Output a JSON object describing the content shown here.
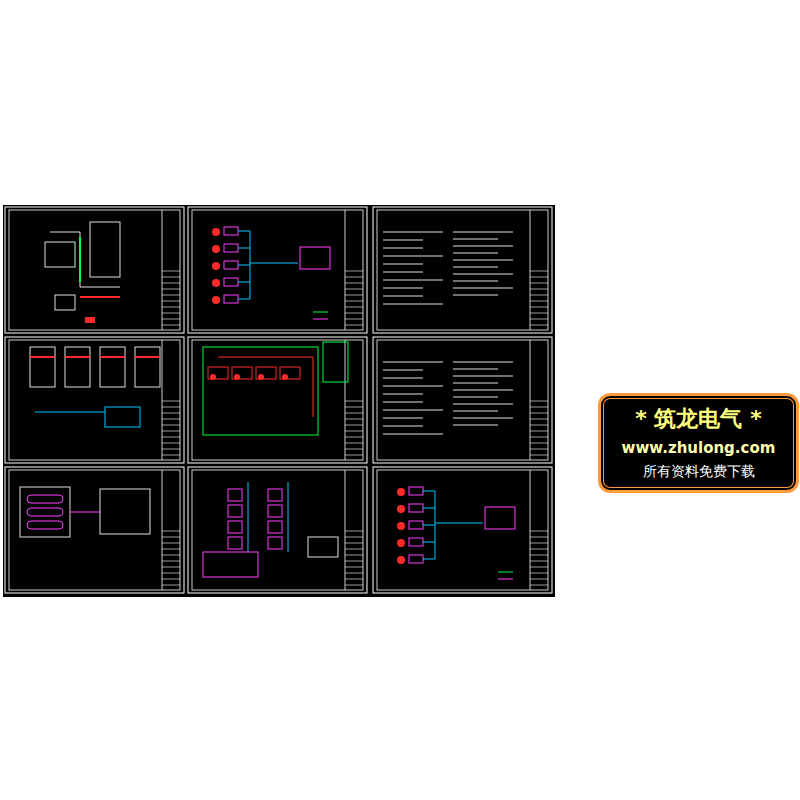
{
  "diagram": {
    "nodes": [
      {
        "text": [
          "* 筑龙电气 *",
          "www.zhulong.com",
          "所有资料免费下载"
        ]
      }
    ]
  }
}
